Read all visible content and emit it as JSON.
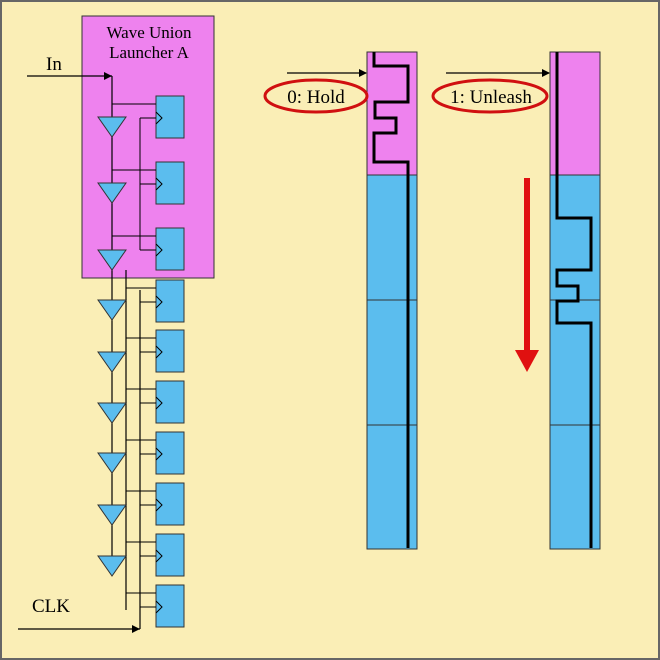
{
  "launcher_box": {
    "title_line1": "Wave Union",
    "title_line2": "Launcher A"
  },
  "labels": {
    "input": "In",
    "clock": "CLK"
  },
  "states": {
    "hold": "0: Hold",
    "unleash": "1: Unleash"
  },
  "colors": {
    "background": "#FAEEB6",
    "launcher_fill": "#EE82EE",
    "register_fill": "#5BBDEE",
    "oval_stroke": "#D01010",
    "arrow": "#E01010"
  }
}
